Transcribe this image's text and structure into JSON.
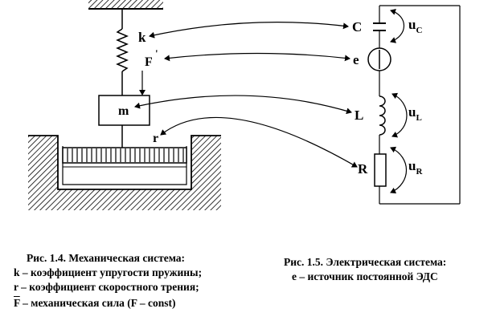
{
  "mechanical": {
    "label_k": "k",
    "label_F": "F",
    "label_F_mark": "'",
    "label_m": "m",
    "label_r": "r"
  },
  "electrical": {
    "label_C": "C",
    "label_e": "e",
    "label_L": "L",
    "label_R": "R",
    "u_main": "u",
    "u_c_sub": "C",
    "u_l_sub": "L",
    "u_r_sub": "R"
  },
  "caption_mech": {
    "title": "Рис. 1.4. Механическая система:",
    "line_k_symbol": "k",
    "line_k_text": " – коэффициент упругости пружины;",
    "line_r_symbol": "r",
    "line_r_text": " – коэффициент скоростного трения;",
    "line_F_symbol": "F",
    "line_F_text": "  – механическая сила (",
    "line_F_symbol2": "F",
    "line_F_tail": " – const)"
  },
  "caption_elec": {
    "title": "Рис. 1.5. Электрическая система:",
    "line_e": "е – источник постоянной ЭДС"
  }
}
